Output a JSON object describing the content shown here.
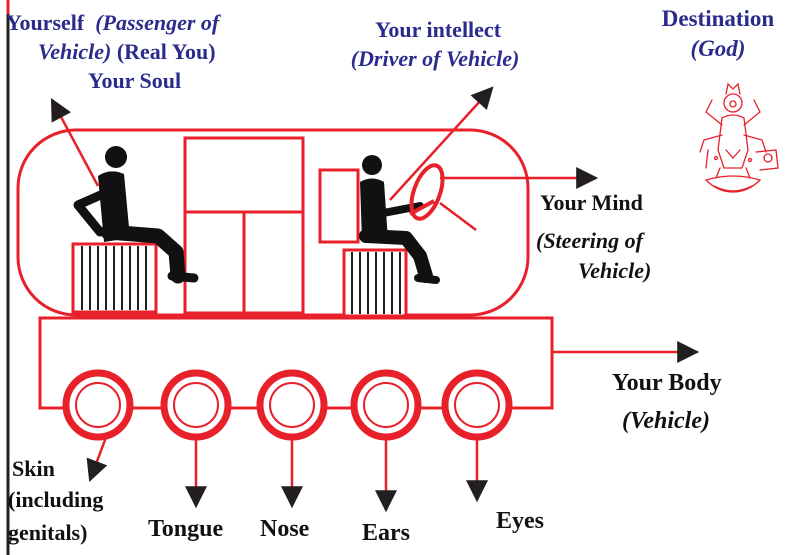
{
  "colors": {
    "outline": "#e8202a",
    "arrowhead": "#231f20",
    "figure": "#111111",
    "label_blue": "#2a2b8c",
    "label_black": "#111111"
  },
  "labels": {
    "yourself": "Yourself",
    "passenger_a": "(Passenger of",
    "passenger_b": "Vehicle)",
    "real_you": "(Real You)",
    "soul": "Your Soul",
    "intellect": "Your intellect",
    "driver": "(Driver of Vehicle)",
    "destination": "Destination",
    "god": "(God)",
    "mind": "Your Mind",
    "steering_a": "(Steering of",
    "steering_b": "Vehicle)",
    "body": "Your Body",
    "vehicle": "(Vehicle)",
    "skin_1": "Skin",
    "skin_2": "(including",
    "skin_3": "genitals)",
    "tongue": "Tongue",
    "nose": "Nose",
    "ears": "Ears",
    "eyes": "Eyes"
  },
  "icons": [
    "deity-icon",
    "passenger-figure",
    "driver-figure",
    "steering-wheel-icon"
  ]
}
